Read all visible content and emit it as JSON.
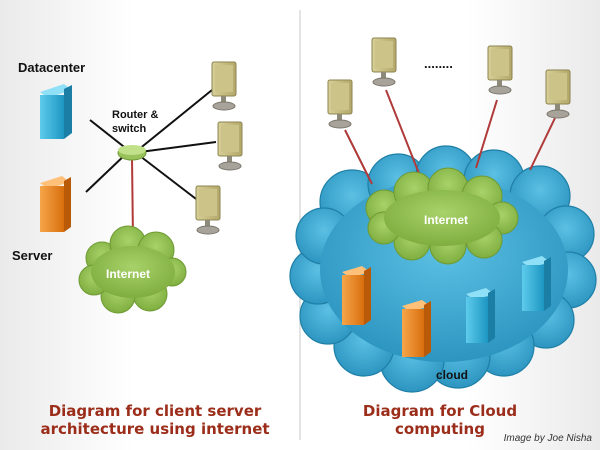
{
  "left": {
    "datacenter_label": "Datacenter",
    "server_label": "Server",
    "router_label": "Router &\nswitch",
    "internet_label": "Internet",
    "caption": "Diagram for client server\narchitecture using internet"
  },
  "right": {
    "dots_label": "........",
    "internet_label": "Internet",
    "cloud_label": "cloud",
    "caption": "Diagram for Cloud\ncomputing"
  },
  "credit": "Image by Joe Nisha",
  "colors": {
    "cloud_blue": "#3aa6cf",
    "internet_green": "#93c153",
    "server_orange": "#f08a1e",
    "server_cyan": "#2fb3dc",
    "link_red": "#b03a3a",
    "caption_red": "#9b2d1a"
  },
  "icons": [
    "datacenter-server-icon",
    "server-icon",
    "router-switch-icon",
    "monitor-icon",
    "cloud-icon"
  ]
}
